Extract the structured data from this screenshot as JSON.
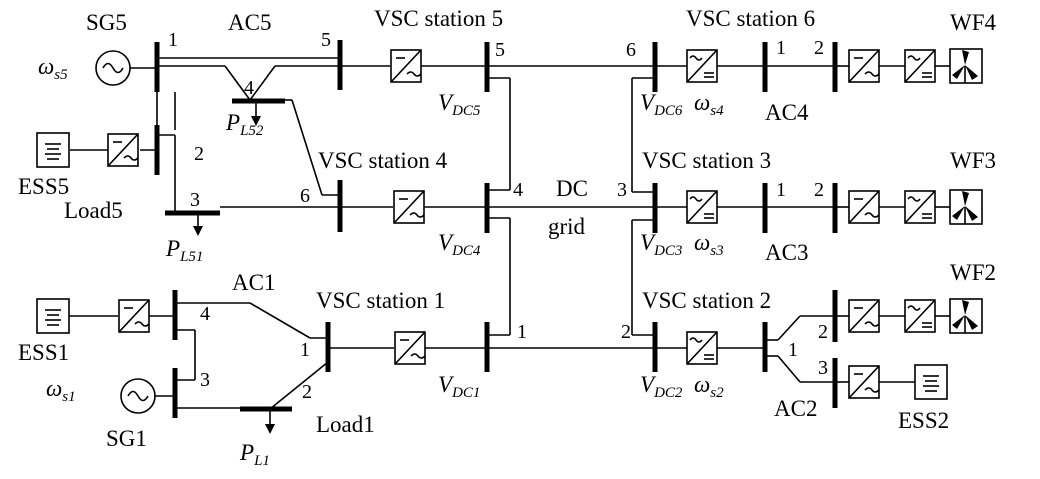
{
  "labels": {
    "sg5": "SG5",
    "sg1": "SG1",
    "ac5": "AC5",
    "ac1": "AC1",
    "ac2": "AC2",
    "ac3": "AC3",
    "ac4": "AC4",
    "vsc1": "VSC station 1",
    "vsc2": "VSC station 2",
    "vsc3": "VSC station 3",
    "vsc4": "VSC station 4",
    "vsc5": "VSC station 5",
    "vsc6": "VSC station 6",
    "wf2": "WF2",
    "wf3": "WF3",
    "wf4": "WF4",
    "ess1": "ESS1",
    "ess2": "ESS2",
    "ess5": "ESS5",
    "load5": "Load5",
    "load1": "Load1",
    "dc": "DC",
    "grid": "grid"
  },
  "bus_numbers": {
    "ac5_1": "1",
    "ac5_5": "5",
    "ac5_4": "4",
    "ac5_2": "2",
    "ac5_3": "3",
    "ac5_6": "6",
    "dc5": "5",
    "dc4": "4",
    "dc1": "1",
    "dc6": "6",
    "dc3": "3",
    "dc2": "2",
    "ac4_1": "1",
    "ac4_2": "2",
    "ac3_1": "1",
    "ac3_2": "2",
    "ac2_1": "1",
    "ac2_2": "2",
    "ac2_3": "3",
    "ac1_4": "4",
    "ac1_1": "1",
    "ac1_3": "3",
    "ac1_2": "2"
  },
  "symbols": {
    "omega": "ω",
    "omega_s5_sub": "s5",
    "omega_s1_sub": "s1",
    "omega_s2_sub": "s2",
    "omega_s3_sub": "s3",
    "omega_s4_sub": "s4",
    "v": "V",
    "vdc1_sub": "DC1",
    "vdc2_sub": "DC2",
    "vdc3_sub": "DC3",
    "vdc4_sub": "DC4",
    "vdc5_sub": "DC5",
    "vdc6_sub": "DC6",
    "p": "P",
    "pl52_sub": "L52",
    "pl51_sub": "L51",
    "pl1_sub": "L1"
  }
}
